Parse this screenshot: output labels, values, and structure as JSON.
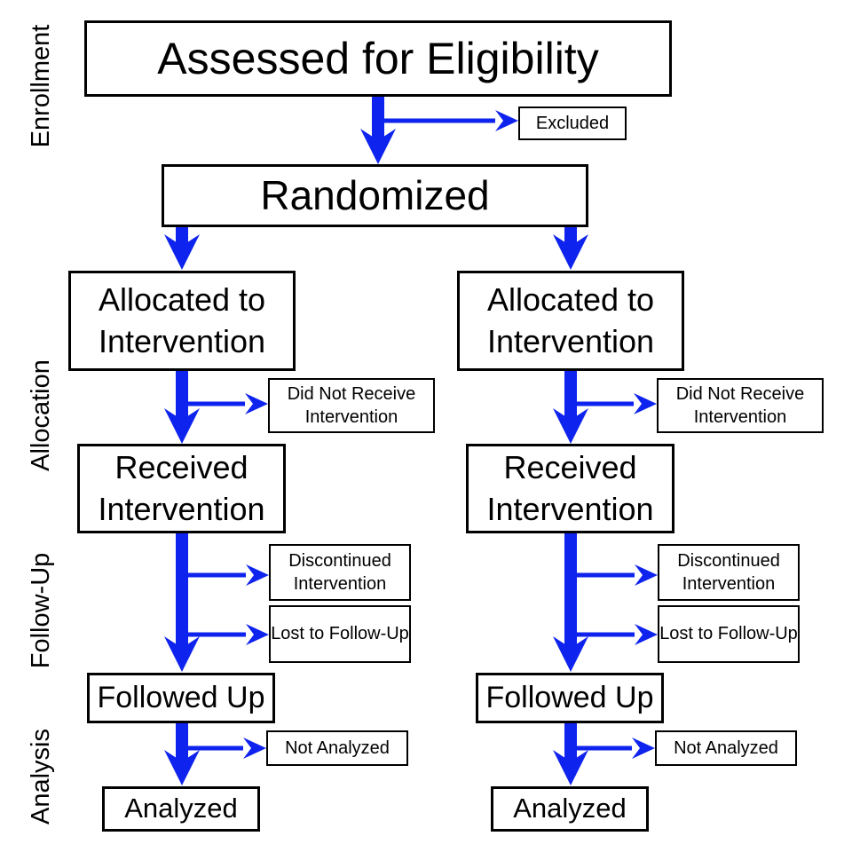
{
  "palette": {
    "arrow": "#0f23ee",
    "line": "#000000",
    "box_fill": "#ffffff",
    "text": "#000000",
    "page_background": "#ffffff"
  },
  "stages": [
    {
      "label": "Enrollment"
    },
    {
      "label": "Allocation"
    },
    {
      "label": "Follow-Up"
    },
    {
      "label": "Analysis"
    }
  ],
  "flow": {
    "assessed": "Assessed for Eligibility",
    "excluded": "Excluded",
    "randomized": "Randomized",
    "arms": [
      {
        "allocated": "Allocated to Intervention",
        "did_not_receive": "Did Not Receive Intervention",
        "received": "Received Intervention",
        "discontinued": "Discontinued Intervention",
        "lost_to_follow_up": "Lost to Follow-Up",
        "followed_up": "Followed Up",
        "not_analyzed": "Not Analyzed",
        "analyzed": "Analyzed"
      },
      {
        "allocated": "Allocated to Intervention",
        "did_not_receive": "Did Not Receive Intervention",
        "received": "Received Intervention",
        "discontinued": "Discontinued Intervention",
        "lost_to_follow_up": "Lost to Follow-Up",
        "followed_up": "Followed Up",
        "not_analyzed": "Not Analyzed",
        "analyzed": "Analyzed"
      }
    ]
  }
}
